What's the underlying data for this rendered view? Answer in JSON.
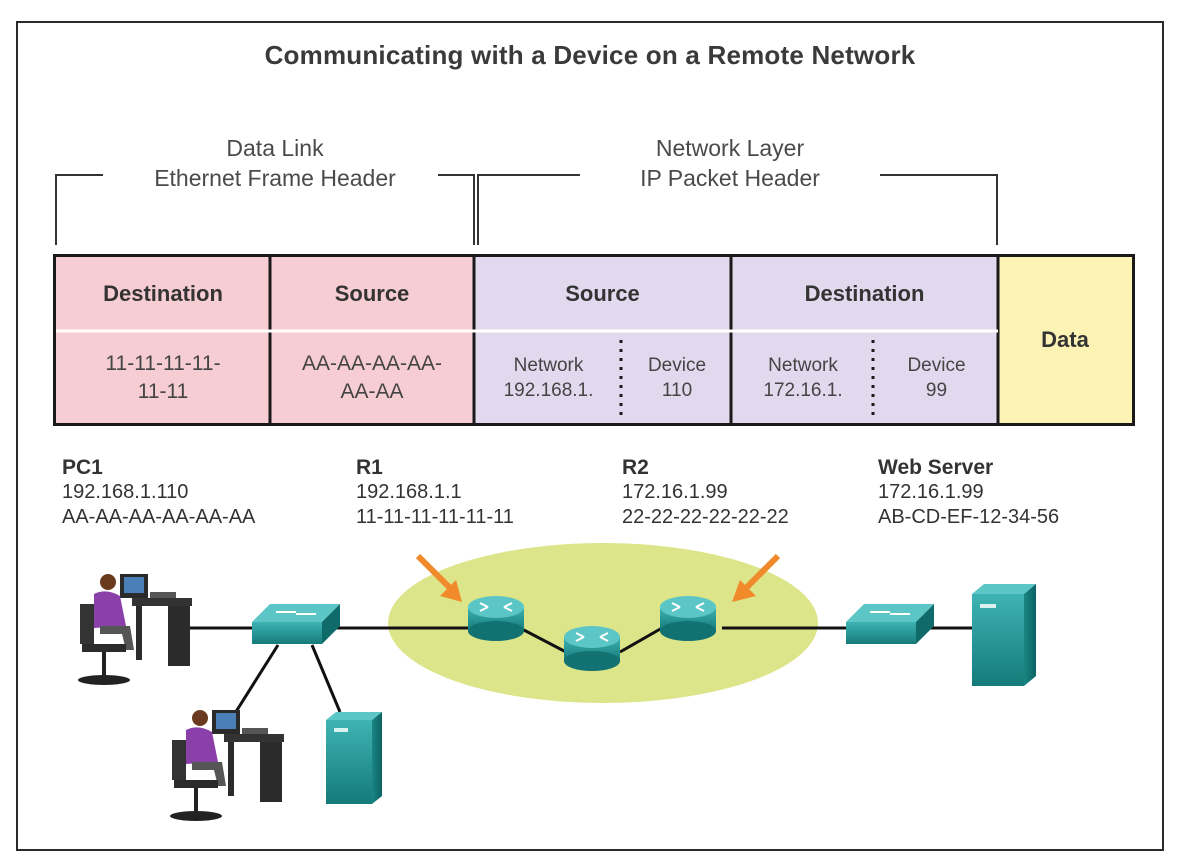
{
  "title": "Communicating with a Device on a Remote Network",
  "data_link": {
    "line1": "Data Link",
    "line2": "Ethernet Frame Header"
  },
  "network_layer": {
    "line1": "Network Layer",
    "line2": "IP Packet Header"
  },
  "frame": {
    "eth_dest": {
      "header": "Destination",
      "value_line1": "11-11-11-11-",
      "value_line2": "11-11"
    },
    "eth_src": {
      "header": "Source",
      "value_line1": "AA-AA-AA-AA-",
      "value_line2": "AA-AA"
    },
    "ip_src": {
      "header": "Source",
      "network_label": "Network",
      "network_value": "192.168.1.",
      "device_label": "Device",
      "device_value": "110"
    },
    "ip_dest": {
      "header": "Destination",
      "network_label": "Network",
      "network_value": "172.16.1.",
      "device_label": "Device",
      "device_value": "99"
    },
    "data": "Data"
  },
  "nodes": {
    "pc1": {
      "name": "PC1",
      "ip": "192.168.1.110",
      "mac": "AA-AA-AA-AA-AA-AA"
    },
    "r1": {
      "name": "R1",
      "ip": "192.168.1.1",
      "mac": "11-11-11-11-11-11"
    },
    "r2": {
      "name": "R2",
      "ip": "172.16.1.99",
      "mac": "22-22-22-22-22-22"
    },
    "web": {
      "name": "Web Server",
      "ip": "172.16.1.99",
      "mac": "AB-CD-EF-12-34-56"
    }
  },
  "colors": {
    "ethernet": "#f6cdd3",
    "ip": "#e3d9ee",
    "data": "#fcf3b5",
    "cloud": "#dde58a",
    "device_teal": "#1f8f8f",
    "arrow": "#f08a2a"
  },
  "icons": [
    "workstation-user-icon",
    "switch-icon",
    "router-icon",
    "server-icon",
    "arrow-icon"
  ]
}
